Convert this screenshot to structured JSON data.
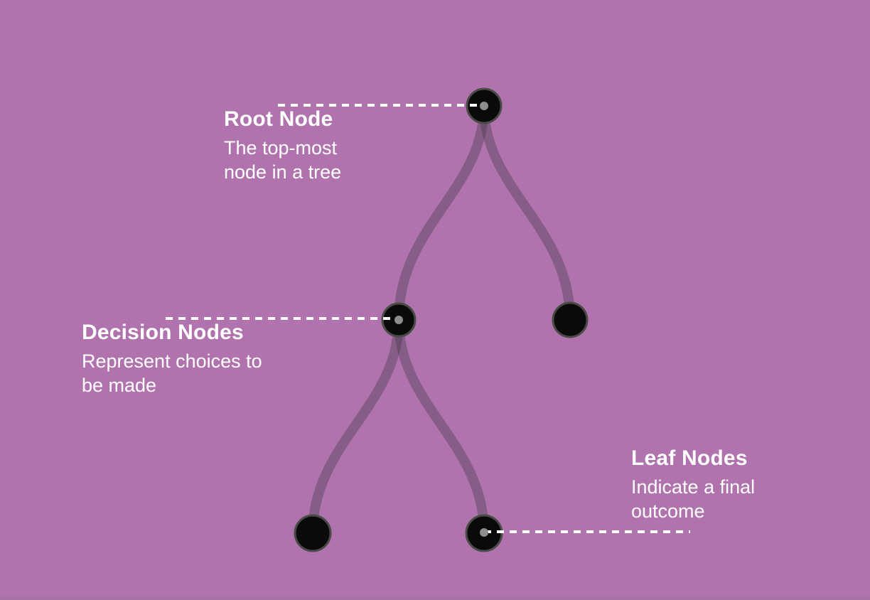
{
  "colors": {
    "background": "#b173ae",
    "bottom_edge": "#a671a5",
    "branch": "rgba(70,61,74,0.40)",
    "node_fill": "#0a0a0a",
    "node_ring": "#484c44",
    "pointer_dot": "#8d8d8d",
    "callout_line": "#ffffff",
    "text": "#ffffff"
  },
  "annotations": {
    "root": {
      "title": "Root Node",
      "line1": "The top-most",
      "line2": "node in a tree"
    },
    "decision": {
      "title": "Decision Nodes",
      "line1": "Represent choices to",
      "line2": "be made"
    },
    "leaf": {
      "title": "Leaf Nodes",
      "line1": "Indicate a final",
      "line2": "outcome"
    }
  },
  "tree": {
    "node_count": 5,
    "nodes": [
      {
        "id": "root",
        "role": "root node",
        "callout": true
      },
      {
        "id": "decision-left",
        "role": "decision node",
        "callout": true
      },
      {
        "id": "decision-right",
        "role": "decision node",
        "callout": false
      },
      {
        "id": "leaf-left",
        "role": "leaf node",
        "callout": false
      },
      {
        "id": "leaf-center",
        "role": "leaf node",
        "callout": true
      }
    ]
  }
}
